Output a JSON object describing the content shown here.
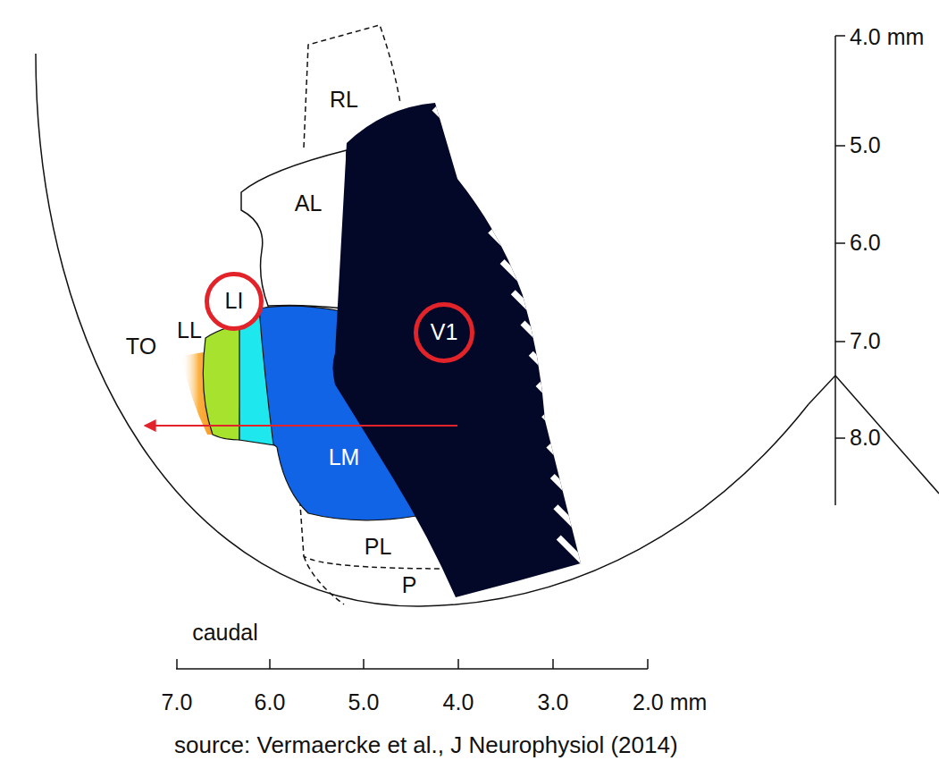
{
  "diagram": {
    "caption": "source: Vermaercke et al., J Neurophysiol (2014)",
    "nodes": [
      {
        "text": [
          "RL"
        ]
      },
      {
        "text": [
          "AL"
        ]
      },
      {
        "text": [
          "LI"
        ]
      },
      {
        "text": [
          "LL"
        ]
      },
      {
        "text": [
          "TO"
        ]
      },
      {
        "text": [
          "V1"
        ]
      },
      {
        "text": [
          "LM"
        ]
      },
      {
        "text": [
          "PL"
        ]
      },
      {
        "text": [
          "P"
        ]
      }
    ],
    "labels": [
      "4.0 mm",
      "5.0",
      "6.0",
      "7.0",
      "8.0",
      "caudal",
      "7.0",
      "6.0",
      "5.0",
      "4.0",
      "3.0",
      "2.0 mm"
    ]
  }
}
